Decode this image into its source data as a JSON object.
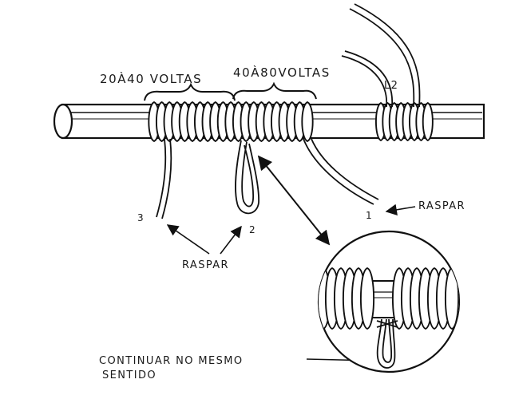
{
  "labels": {
    "section1_turns": "20À40 VOLTAS",
    "section2_turns": "40À80VOLTAS",
    "coil_l2": "L2",
    "lead_1": "1",
    "lead_2": "2",
    "lead_3": "3",
    "raspar_right": "RASPAR",
    "raspar_bottom": "RASPAR",
    "continue_line1": "CONTINUAR  NO  MESMO",
    "continue_line2": "SENTIDO"
  }
}
